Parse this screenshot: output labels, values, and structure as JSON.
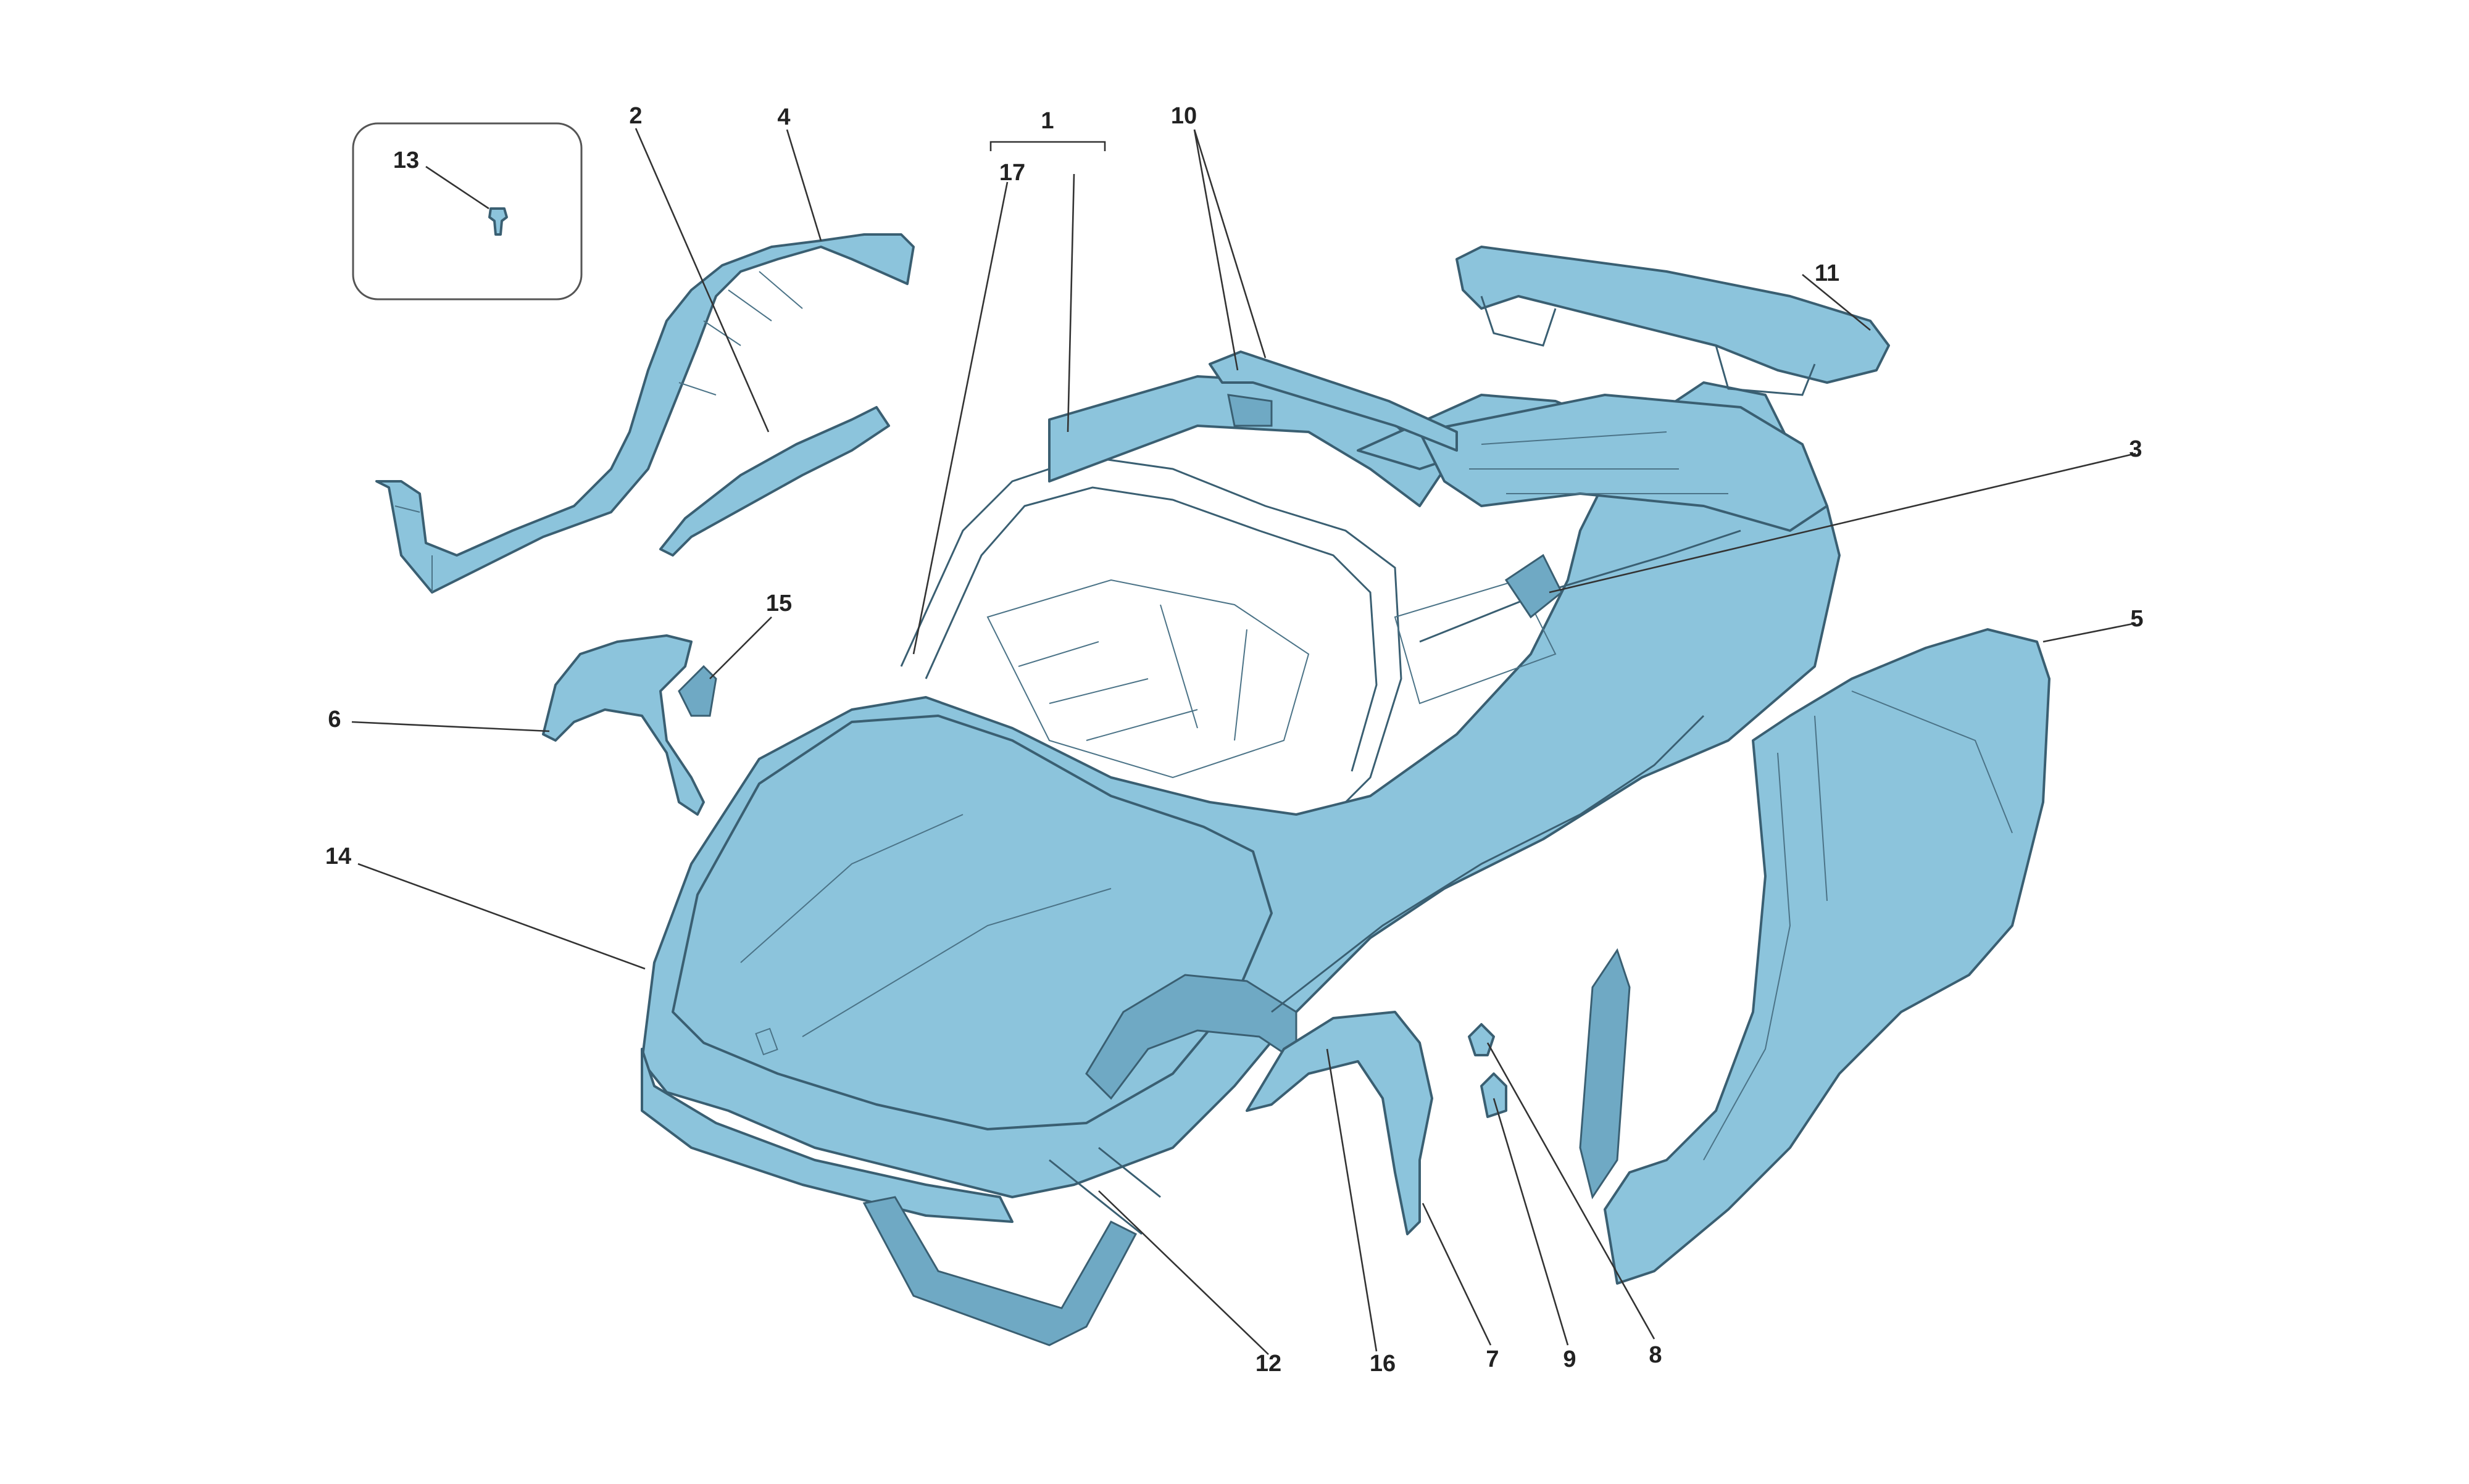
{
  "diagram": {
    "background_color": "#ffffff",
    "part_color": "#8cc4dc",
    "outline_color": "#3a5f72",
    "inset": {
      "part_number": "13"
    },
    "callouts": [
      {
        "id": "c1",
        "number": "1"
      },
      {
        "id": "c2",
        "number": "2"
      },
      {
        "id": "c3",
        "number": "3"
      },
      {
        "id": "c4",
        "number": "4"
      },
      {
        "id": "c5",
        "number": "5"
      },
      {
        "id": "c6",
        "number": "6"
      },
      {
        "id": "c7",
        "number": "7"
      },
      {
        "id": "c8",
        "number": "8"
      },
      {
        "id": "c9",
        "number": "9"
      },
      {
        "id": "c10",
        "number": "10"
      },
      {
        "id": "c11",
        "number": "11"
      },
      {
        "id": "c12",
        "number": "12"
      },
      {
        "id": "c14",
        "number": "14"
      },
      {
        "id": "c15",
        "number": "15"
      },
      {
        "id": "c16",
        "number": "16"
      },
      {
        "id": "c17",
        "number": "17"
      }
    ]
  }
}
